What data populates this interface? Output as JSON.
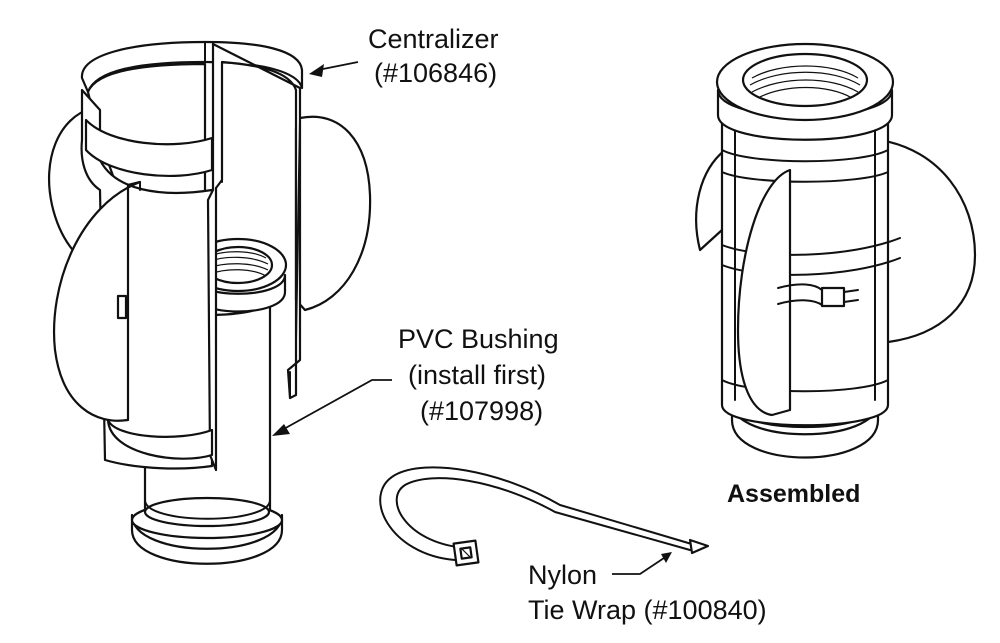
{
  "labels": {
    "centralizer_line1": "Centralizer",
    "centralizer_line2": "(#106846)",
    "bushing_line1": "PVC Bushing",
    "bushing_line2": "(install first)",
    "bushing_line3": "(#107998)",
    "tie_line1": "Nylon",
    "tie_line2": "Tie Wrap (#100840)",
    "assembled": "Assembled"
  },
  "colors": {
    "ink": "#111111",
    "paper": "#ffffff"
  }
}
